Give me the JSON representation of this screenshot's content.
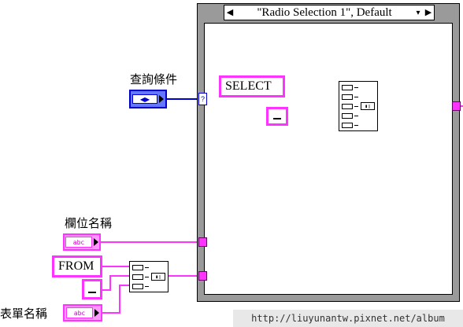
{
  "case_structure": {
    "selector_label": "\"Radio Selection 1\", Default",
    "prev_icon": "left-triangle-icon",
    "next_icon": "right-triangle-icon",
    "dropdown_icon": "down-triangle-icon"
  },
  "controls": {
    "query_condition_label": "查詢條件",
    "field_name_label": "欄位名稱",
    "table_name_label": "表單名稱",
    "string_indicator": "abc"
  },
  "constants": {
    "select": "SELECT",
    "from": "FROM"
  },
  "watermark": "http://liuyunantw.pixnet.net/album",
  "colors": {
    "string_wire": "#ff33ff",
    "enum_wire": "#0000cc",
    "structure_frame": "#9a9a9a"
  }
}
